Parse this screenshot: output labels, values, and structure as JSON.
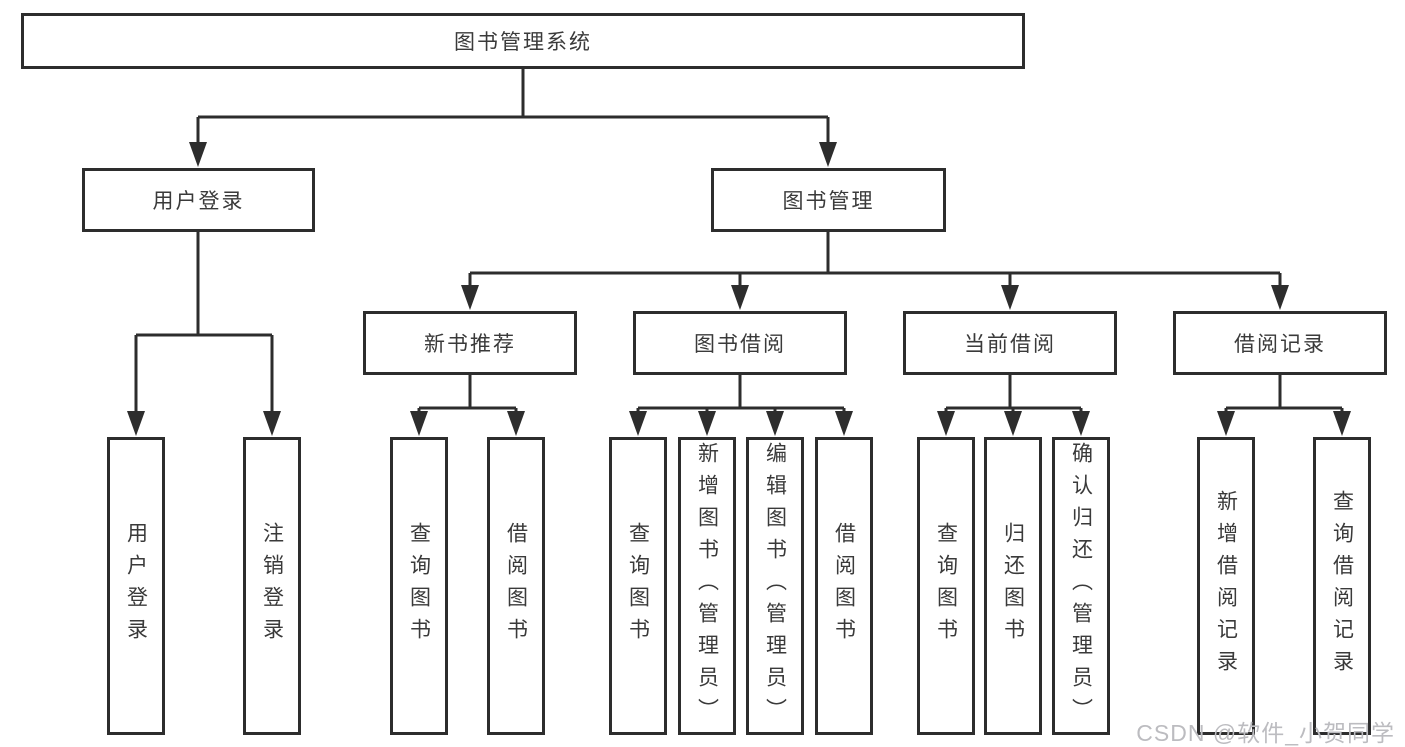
{
  "diagram": {
    "title": "图书管理系统",
    "root": {
      "label": "图书管理系统"
    },
    "level2": [
      {
        "label": "用户登录"
      },
      {
        "label": "图书管理"
      }
    ],
    "level3": [
      {
        "label": "新书推荐"
      },
      {
        "label": "图书借阅"
      },
      {
        "label": "当前借阅"
      },
      {
        "label": "借阅记录"
      }
    ],
    "leaves": {
      "user_login": [
        {
          "label": "用户登录"
        },
        {
          "label": "注销登录"
        }
      ],
      "new_book": [
        {
          "label": "查询图书"
        },
        {
          "label": "借阅图书"
        }
      ],
      "book_borrow": [
        {
          "label": "查询图书"
        },
        {
          "label": "新增图书（管理员）"
        },
        {
          "label": "编辑图书（管理员）"
        },
        {
          "label": "借阅图书"
        }
      ],
      "current_borrow": [
        {
          "label": "查询图书"
        },
        {
          "label": "归还图书"
        },
        {
          "label": "确认归还（管理员）"
        }
      ],
      "borrow_record": [
        {
          "label": "新增借阅记录"
        },
        {
          "label": "查询借阅记录"
        }
      ]
    },
    "watermark": "CSDN @软件_小贺同学",
    "colors": {
      "border": "#2d2d2d",
      "text": "#3a3a3a",
      "watermark": "#bcbcc0",
      "background": "#ffffff"
    }
  }
}
